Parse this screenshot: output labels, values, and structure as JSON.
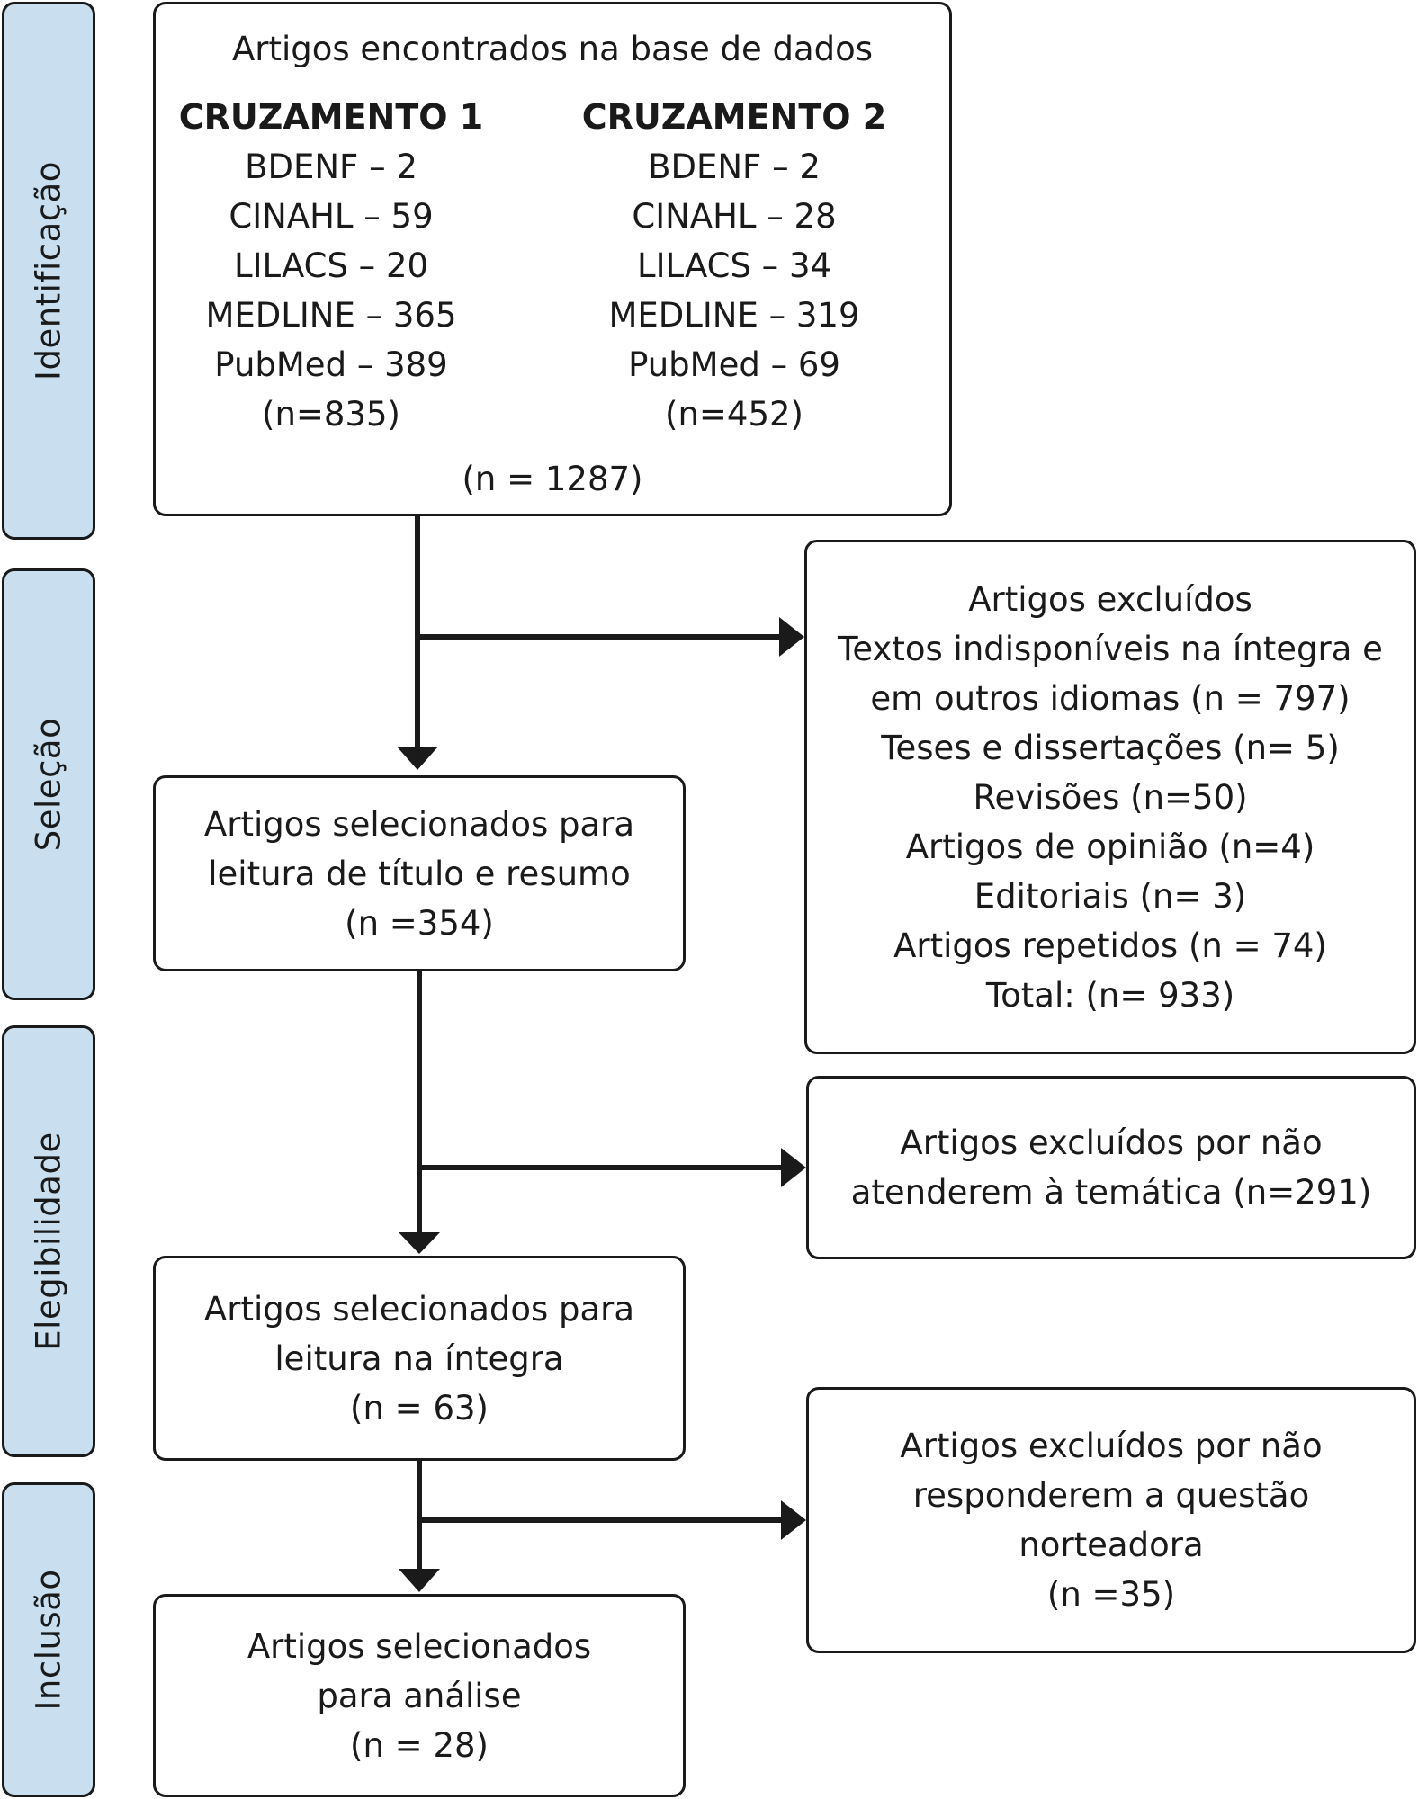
{
  "phases": {
    "identificacao": "Identificação",
    "selecao": "Seleção",
    "elegibilidade": "Elegibilidade",
    "inclusao": "Inclusão"
  },
  "identification_box": {
    "title": "Artigos encontrados na base de dados",
    "cruzamento1": {
      "title": "CRUZAMENTO 1",
      "items": [
        "BDENF – 2",
        "CINAHL – 59",
        "LILACS – 20",
        "MEDLINE – 365",
        "PubMed – 389"
      ],
      "subtotal": "(n=835)"
    },
    "cruzamento2": {
      "title": "CRUZAMENTO 2",
      "items": [
        "BDENF – 2",
        "CINAHL – 28",
        "LILACS – 34",
        "MEDLINE – 319",
        "PubMed – 69"
      ],
      "subtotal": "(n=452)"
    },
    "total": "(n = 1287)"
  },
  "selected_title_abstract": {
    "lines": [
      "Artigos selecionados para",
      "leitura de título e resumo",
      "(n =354)"
    ]
  },
  "excluded_1": {
    "lines": [
      "Artigos excluídos",
      "Textos indisponíveis na íntegra e",
      "em outros idiomas (n = 797)",
      "Teses e dissertações (n= 5)",
      "Revisões (n=50)",
      "Artigos de opinião (n=4)",
      "Editoriais (n= 3)",
      "Artigos repetidos (n = 74)",
      "Total: (n= 933)"
    ]
  },
  "excluded_2": {
    "lines": [
      "Artigos excluídos por não",
      "atenderem à temática (n=291)"
    ]
  },
  "selected_full_text": {
    "lines": [
      "Artigos selecionados para",
      "leitura na íntegra",
      "(n = 63)"
    ]
  },
  "excluded_3": {
    "lines": [
      "Artigos excluídos por não",
      "responderem a questão",
      "norteadora",
      "(n =35)"
    ]
  },
  "selected_analysis": {
    "lines": [
      "Artigos selecionados",
      "para análise",
      "(n = 28)"
    ]
  }
}
